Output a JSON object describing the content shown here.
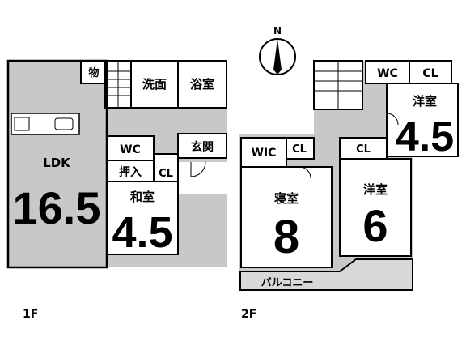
{
  "compass": {
    "north": "N"
  },
  "floor1": {
    "label": "1F",
    "storage": "物",
    "washroom": "洗面",
    "bathroom": "浴室",
    "ldk": "LDK",
    "ldk_size": "16.5",
    "wc": "WC",
    "entrance": "玄関",
    "oshiire": "押入",
    "closet": "CL",
    "washitsu": "和室",
    "washitsu_size": "4.5"
  },
  "floor2": {
    "label": "2F",
    "wc": "WC",
    "closet_top": "CL",
    "western_room_a": "洋室",
    "western_room_a_size": "4.5",
    "wic": "WIC",
    "closet_bedroom": "CL",
    "closet_western_b": "CL",
    "bedroom": "寝室",
    "bedroom_size": "8",
    "western_room_b": "洋室",
    "western_room_b_size": "6",
    "balcony": "バルコニー"
  }
}
